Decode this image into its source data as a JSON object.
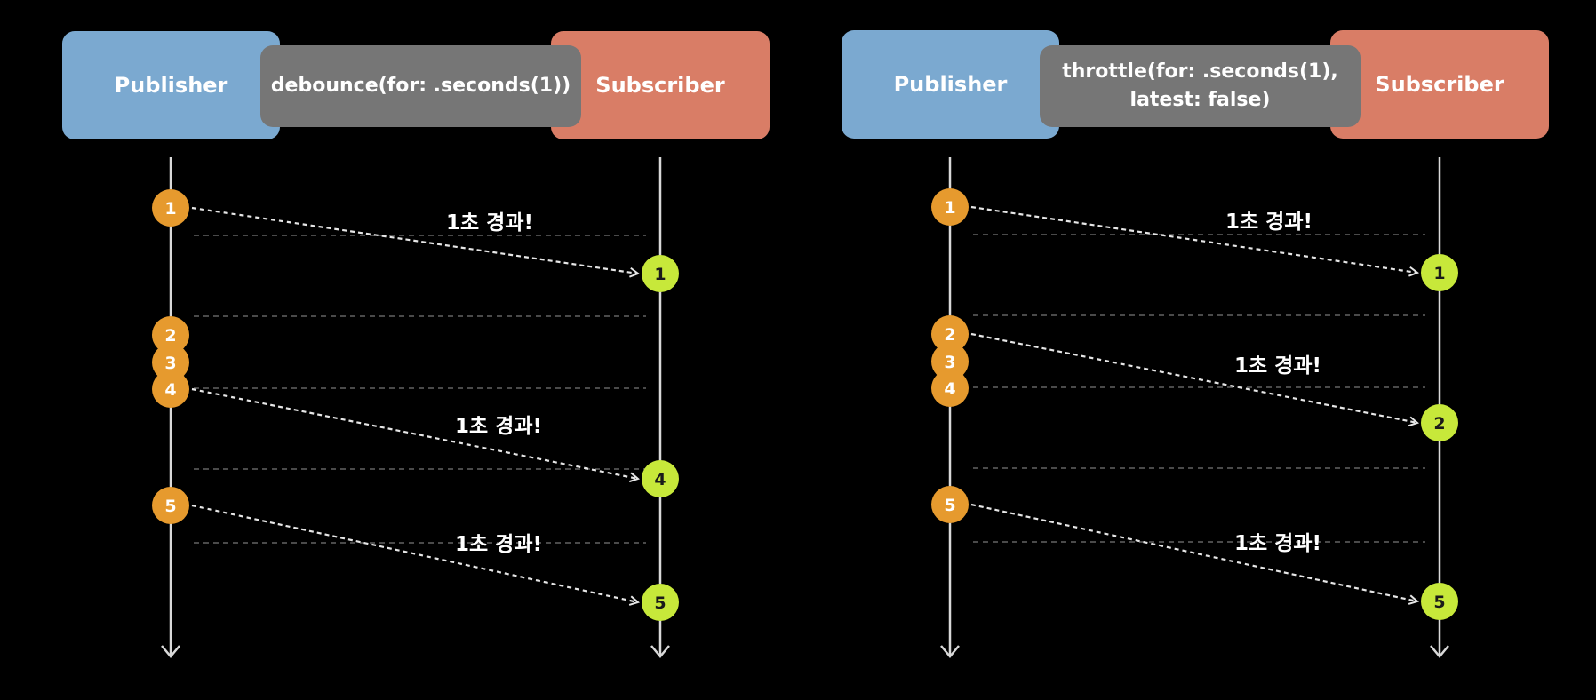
{
  "panels": [
    {
      "id": "debounce",
      "publisher_label": "Publisher",
      "operator_lines": [
        "debounce(for: .seconds(1))"
      ],
      "subscriber_label": "Subscriber",
      "input_events": [
        "1",
        "2",
        "3",
        "4",
        "5"
      ],
      "output_events": [
        "1",
        "4",
        "5"
      ],
      "arrows": [
        {
          "from": "1",
          "to": "1",
          "label": "1초 경과!"
        },
        {
          "from": "4",
          "to": "4",
          "label": "1초 경과!"
        },
        {
          "from": "5",
          "to": "5",
          "label": "1초 경과!"
        }
      ]
    },
    {
      "id": "throttle",
      "publisher_label": "Publisher",
      "operator_lines": [
        "throttle(for: .seconds(1),",
        "latest: false)"
      ],
      "subscriber_label": "Subscriber",
      "input_events": [
        "1",
        "2",
        "3",
        "4",
        "5"
      ],
      "output_events": [
        "1",
        "2",
        "5"
      ],
      "arrows": [
        {
          "from": "1",
          "to": "1",
          "label": "1초 경과!"
        },
        {
          "from": "2",
          "to": "2",
          "label": "1초 경과!"
        },
        {
          "from": "5",
          "to": "5",
          "label": "1초 경과!"
        }
      ]
    }
  ],
  "colors": {
    "background": "#000000",
    "publisher": "#7ba9d0",
    "operator": "#767676",
    "subscriber": "#d97d66",
    "input_marble": "#e69a2e",
    "output_marble": "#c7e83a",
    "timeline": "#d9d9d9",
    "gridline": "#4a4a4a",
    "arrow": "#e6e6e6"
  }
}
